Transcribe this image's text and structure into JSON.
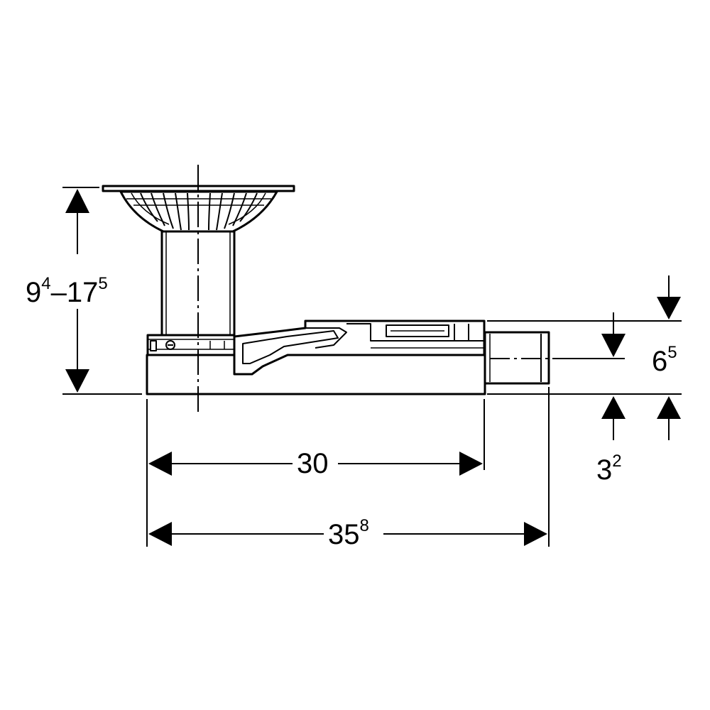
{
  "dimensions": {
    "height_range": {
      "a_main": "9",
      "a_sup": "4",
      "dash": "–",
      "b_main": "17",
      "b_sup": "5"
    },
    "outlet_height": {
      "main": "6",
      "sup": "5"
    },
    "outlet_offset": {
      "main": "3",
      "sup": "2"
    },
    "body_length": {
      "main": "30"
    },
    "total_length": {
      "main": "35",
      "sup": "8"
    }
  }
}
